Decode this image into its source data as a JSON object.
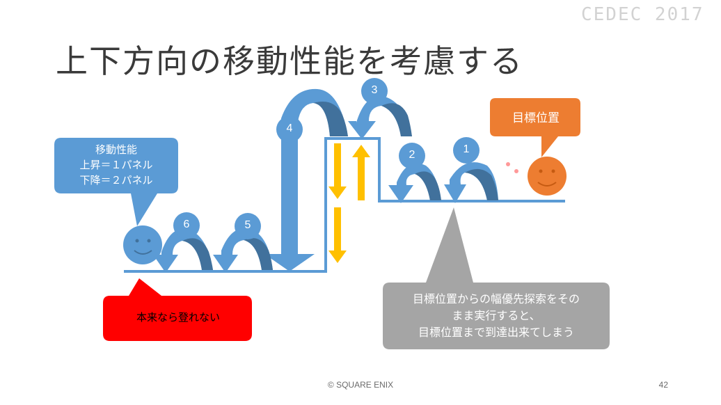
{
  "title": "上下方向の移動性能を考慮する",
  "logo_text": "CEDEC 2017",
  "callouts": {
    "movement": {
      "line1": "移動性能",
      "line2": "上昇＝１パネル",
      "line3": "下降＝２パネル"
    },
    "target": "目標位置",
    "cannot_climb": "本来なら登れない",
    "search": {
      "line1": "目標位置からの幅優先探索をその",
      "line2": "まま実行すると、",
      "line3": "目標位置まで到達出来てしまう"
    }
  },
  "step_numbers": [
    "1",
    "2",
    "3",
    "4",
    "5",
    "6"
  ],
  "colors": {
    "arrow_blue": "#5b9bd5",
    "arrow_dark_blue": "#41719c",
    "floor_blue": "#5b9bd5",
    "callout_orange": "#ed7d31",
    "callout_red": "#ff0000",
    "callout_gray": "#a5a5a5",
    "yellow_arrow": "#ffc000"
  },
  "footer": "© SQUARE ENIX",
  "page_number": "42"
}
